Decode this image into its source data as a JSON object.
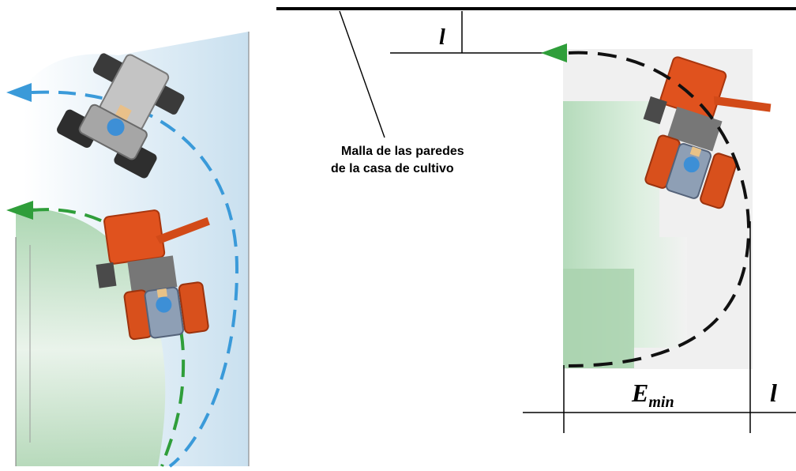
{
  "annotation": {
    "line1": "Malla de las paredes",
    "line2": "de la casa de cultivo"
  },
  "dimensions": {
    "top_l": "l",
    "bottom_l": "l",
    "e_min_main": "E",
    "e_min_sub": "min"
  },
  "colors": {
    "blue_path": "#3a9ad9",
    "green_path": "#2f9e3a",
    "black_path": "#111111",
    "tractor_orange": "#e0521e",
    "tractor_grey": "#9a9a9a",
    "panel_blue": "#d7e9f4",
    "panel_green": "#b7dcbc"
  },
  "icons": {
    "blue_arrow": "arrow-left-icon",
    "green_arrow": "arrow-left-icon"
  }
}
